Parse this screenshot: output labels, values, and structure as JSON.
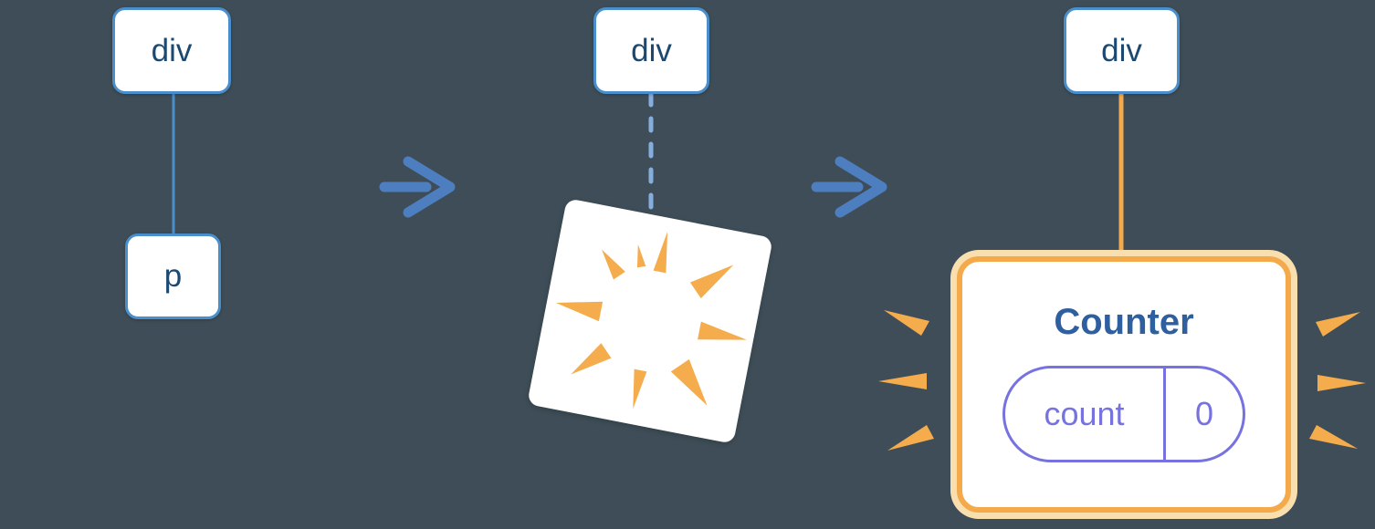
{
  "diagram": {
    "background_color": "#3e4d57",
    "stage1": {
      "parent_label": "div",
      "child_label": "p"
    },
    "stage2": {
      "parent_label": "div"
    },
    "stage3": {
      "parent_label": "div",
      "component": {
        "title": "Counter",
        "state_key": "count",
        "state_value": "0"
      }
    },
    "icons": {
      "arrow": "arrow-right-icon",
      "poof": "poof-burst-icon",
      "spark": "spark-icon"
    },
    "colors": {
      "node_border_blue": "#4a8fcb",
      "node_text_navy": "#1b4971",
      "arrow_blue": "#4d7fc0",
      "dashed_line_blue": "#85aedd",
      "highlight_orange": "#f4a94b",
      "highlight_orange_pale": "#fadfae",
      "state_purple": "#7673e0",
      "component_title_blue": "#2e5f9f"
    }
  }
}
